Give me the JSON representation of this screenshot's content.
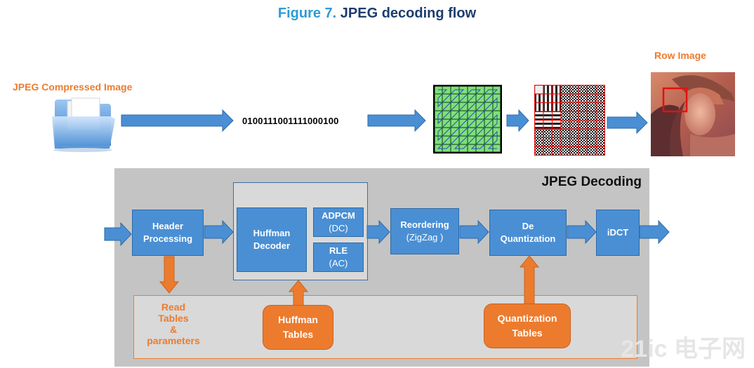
{
  "title": {
    "figure": "Figure 7.",
    "text": "JPEG decoding flow"
  },
  "top_flow": {
    "compressed_label": "JPEG Compressed Image",
    "bitstream": "0100111001111000100",
    "output_label": "Row Image"
  },
  "decoding": {
    "title": "JPEG Decoding",
    "header": {
      "line1": "Header",
      "line2": "Processing"
    },
    "huffman_decoder": {
      "line1": "Huffman",
      "line2": "Decoder"
    },
    "adpcm": {
      "line1": "ADPCM",
      "line2": "(DC)"
    },
    "rle": {
      "line1": "RLE",
      "line2": "(AC)"
    },
    "reordering": {
      "line1": "Reordering",
      "line2": "(ZigZag )"
    },
    "dequant": {
      "line1": "De",
      "line2": "Quantization"
    },
    "idct": "iDCT",
    "read_tables": {
      "line1": "Read",
      "line2": "Tables",
      "line3": "&",
      "line4": "parameters"
    },
    "huffman_tables": {
      "line1": "Huffman",
      "line2": "Tables"
    },
    "quant_tables": {
      "line1": "Quantization",
      "line2": "Tables"
    }
  },
  "watermark": "21ic 电子网",
  "colors": {
    "blue": "#4a8fd4",
    "orange": "#ec7b2e",
    "panel_gray": "#c4c4c4",
    "title_blue": "#2e9bd6"
  }
}
